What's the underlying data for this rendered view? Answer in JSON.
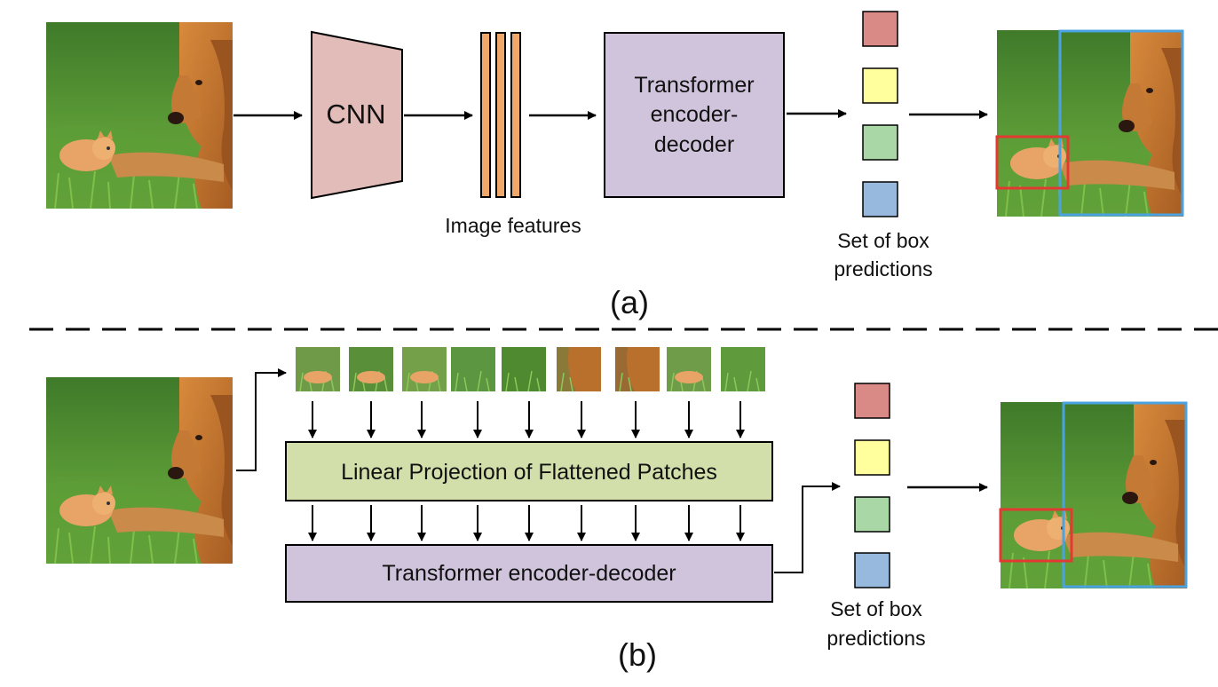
{
  "panel_a": {
    "cnn_label": "CNN",
    "features_label": "Image features",
    "transformer_label_lines": [
      "Transformer",
      "encoder-",
      "decoder"
    ],
    "predictions_label_lines": [
      "Set of box",
      "predictions"
    ],
    "caption": "(a)"
  },
  "panel_b": {
    "projection_label": "Linear Projection of Flattened Patches",
    "transformer_label": "Transformer encoder-decoder",
    "predictions_label_lines": [
      "Set of box",
      "predictions"
    ],
    "caption": "(b)"
  },
  "colors": {
    "cnn_fill": "#e2bcb8",
    "feature_fill": "#f0a86a",
    "transformer_fill": "#cfc4dc",
    "projection_fill": "#d2dfab",
    "pred_red": "#d98a86",
    "pred_yellow": "#ffff9e",
    "pred_green": "#a9d8a6",
    "pred_blue": "#97b9dd",
    "box_red": "#e23a32",
    "box_blue": "#4aa3e0",
    "grass": "#4f8a2e",
    "dog": "#b8702c",
    "kitten": "#e8a466"
  },
  "icons": [
    "dog-and-kitten-photo",
    "image-patch",
    "arrow-right",
    "arrow-down"
  ]
}
